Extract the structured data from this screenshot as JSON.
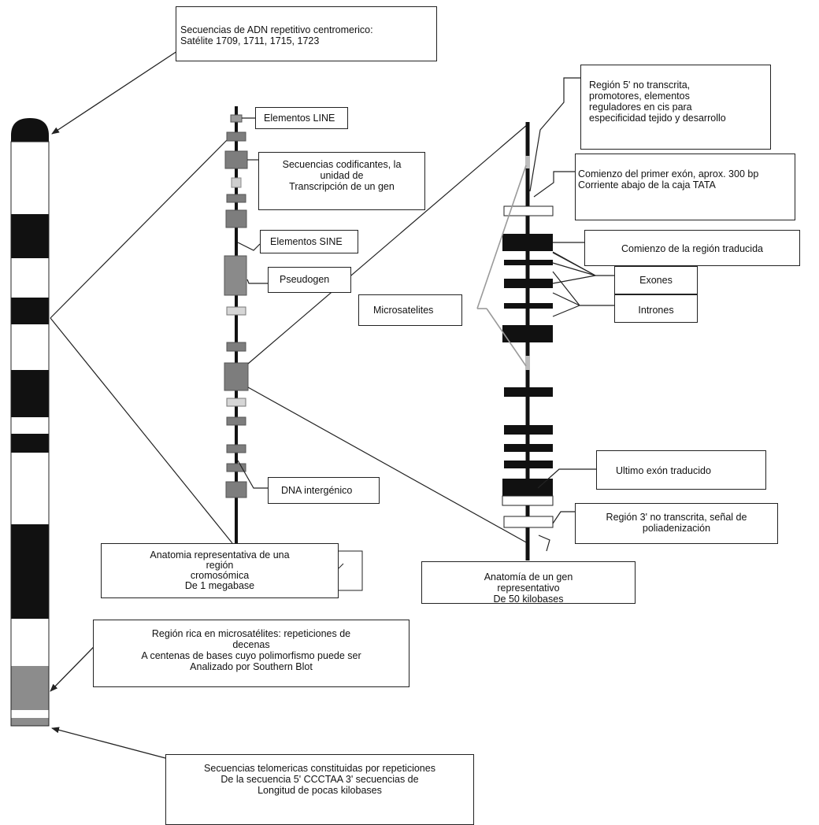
{
  "colors": {
    "band_dark": "#111111",
    "band_gray": "#8c8c8c",
    "band_light": "#d9d9d9",
    "line": "#222222"
  },
  "labels": {
    "centromeric": [
      "Secuencias de ADN repetitivo centromerico:",
      "Satélite 1709, 1711, 1715, 1723"
    ],
    "line_elements": "Elementos LINE",
    "coding": [
      "Secuencias codificantes, la",
      "unidad de",
      "Transcripción de un gen"
    ],
    "sine_elements": "Elementos SINE",
    "pseudogene": "Pseudogen",
    "microsatellites": "Microsatelites",
    "intergenic": "DNA intergénico",
    "region_anatomy": [
      "Anatomia representativa de una",
      "región",
      "cromosómica",
      "De 1 megabase"
    ],
    "utr5": [
      "Región 5' no transcrita,",
      "promotores, elementos",
      "reguladores en cis para",
      "especificidad tejido y desarrollo"
    ],
    "first_exon": [
      "Comienzo del primer exón, aprox. 300 bp",
      "Corriente abajo de la caja TATA"
    ],
    "translated_start": "Comienzo de la región traducida",
    "exons": "Exones",
    "introns": "Intrones",
    "last_exon": "Ultimo exón traducido",
    "utr3": [
      "Región 3' no transcrita,  señal de",
      "poliadenización"
    ],
    "gene_anatomy": [
      "Anatomía de un gen",
      "representativo",
      "De 50 kilobases"
    ],
    "microsat_region": [
      "Región rica en microsatélites: repeticiones de",
      "decenas",
      "A centenas de bases cuyo polimorfismo puede ser",
      "Analizado por Southern Blot"
    ],
    "telomeric": [
      "Secuencias telomericas constituidas por repeticiones",
      "De la secuencia 5' CCCTAA 3' secuencias de",
      "Longitud de pocas kilobases"
    ]
  }
}
